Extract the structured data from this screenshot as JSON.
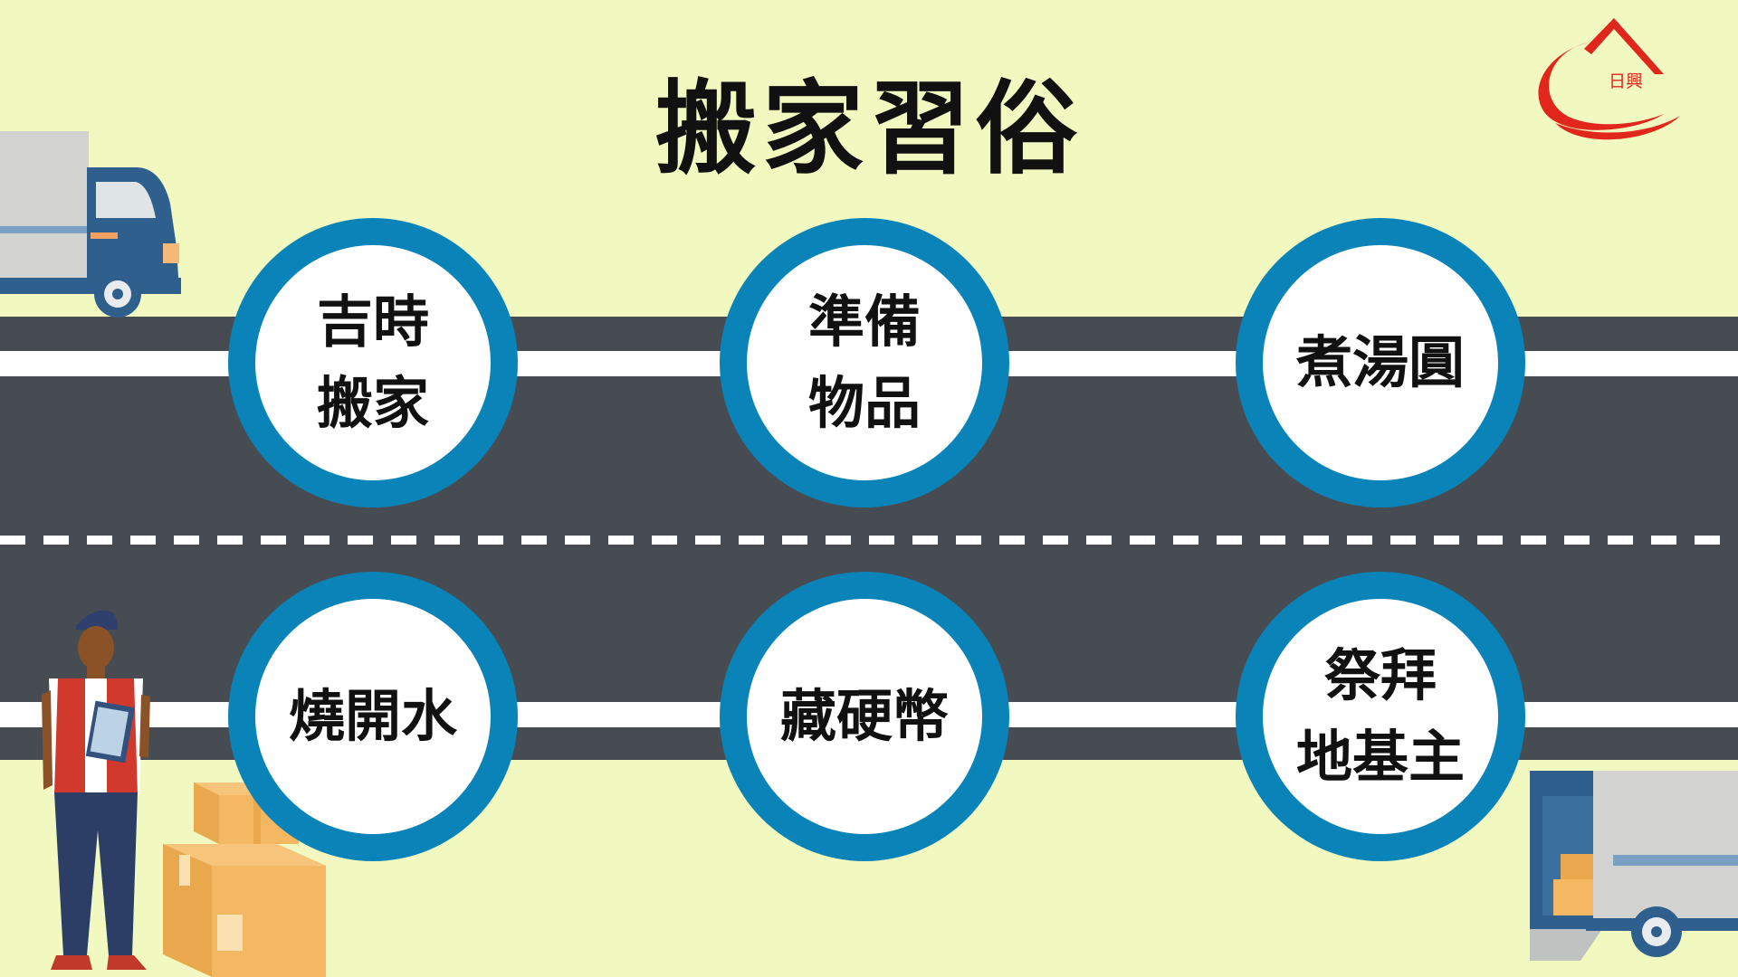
{
  "title": "搬家習俗",
  "logo": {
    "text": "日興",
    "color": "#e1261c"
  },
  "colors": {
    "background": "#f1f9c0",
    "road": "#474c52",
    "ring": "#0a84b8"
  },
  "customs": [
    {
      "label": "吉時\n搬家"
    },
    {
      "label": "準備\n物品"
    },
    {
      "label": "煮湯圓"
    },
    {
      "label": "燒開水"
    },
    {
      "label": "藏硬幣"
    },
    {
      "label": "祭拜\n地基主"
    }
  ],
  "icons": [
    "moving-truck-icon",
    "delivery-worker-icon",
    "cardboard-boxes-icon",
    "truck-rear-icon",
    "company-logo-icon"
  ]
}
